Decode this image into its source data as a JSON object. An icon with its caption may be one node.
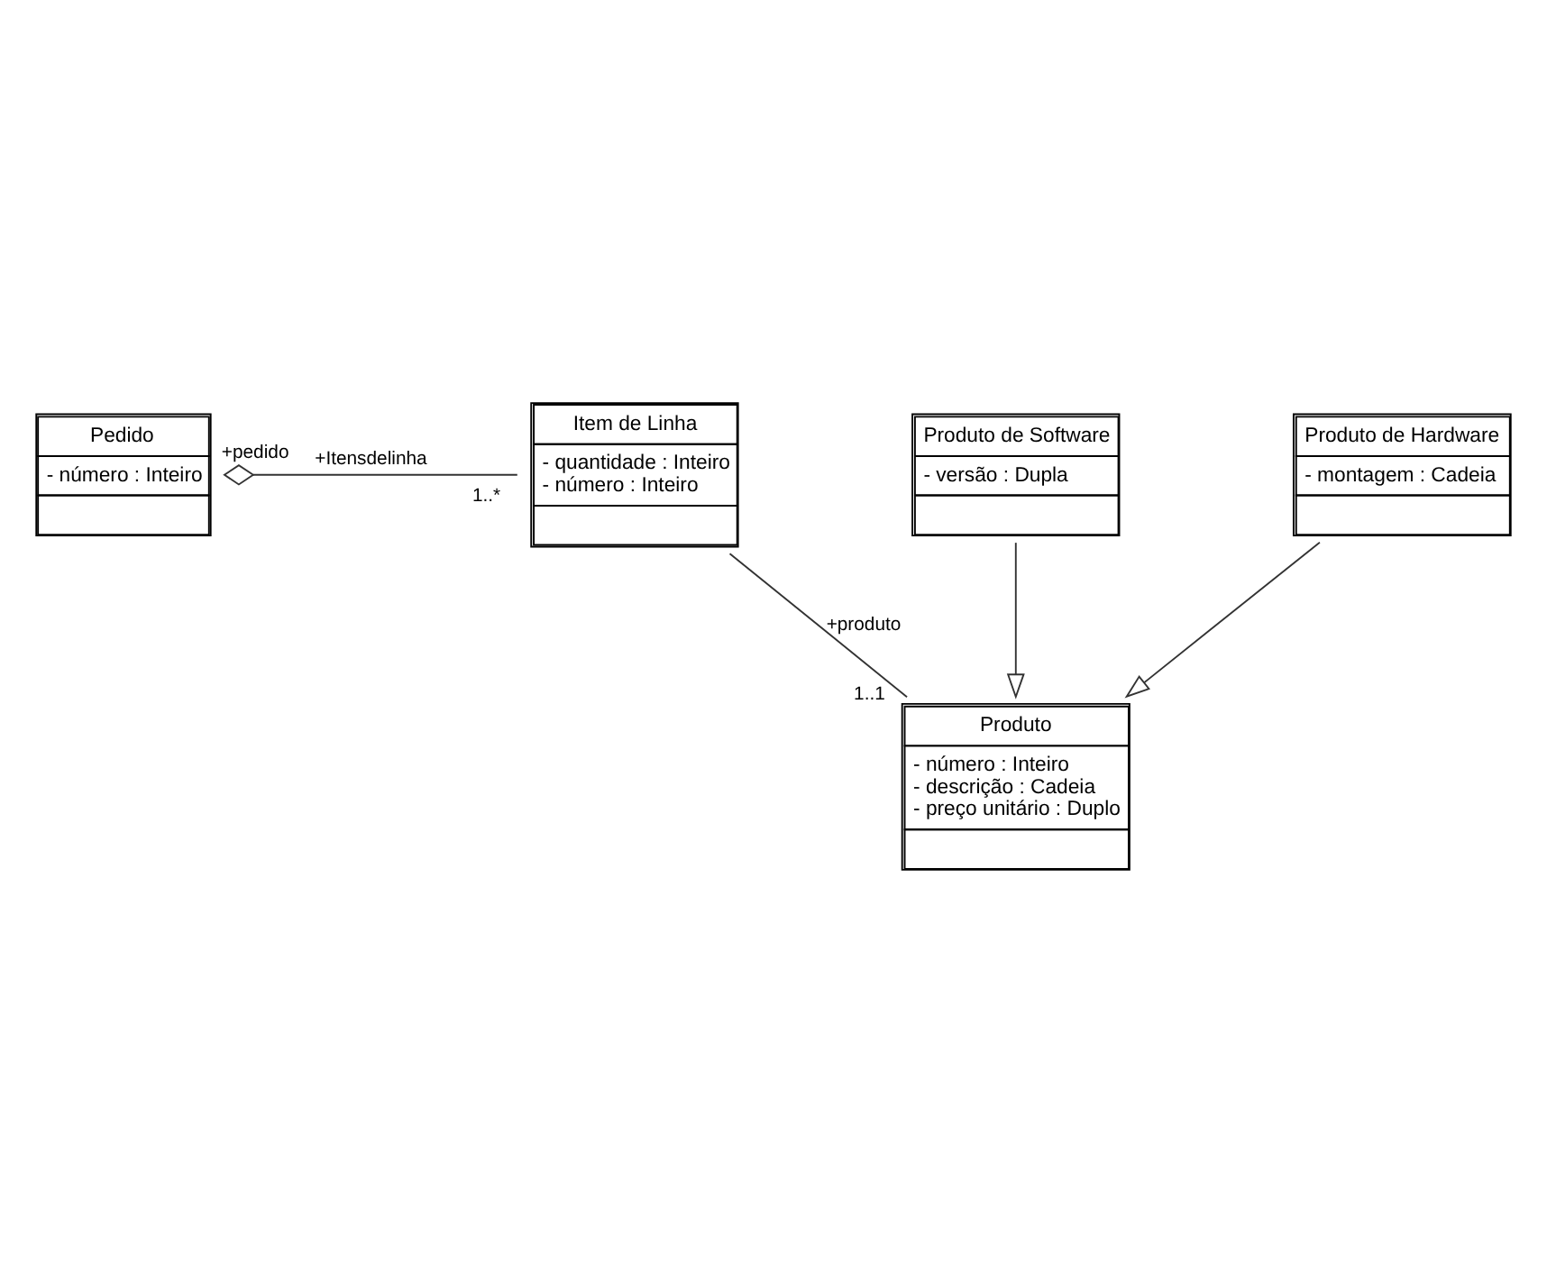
{
  "diagram": {
    "nodes": [
      {
        "text": [
          "Pedido",
          "- número : Inteiro"
        ]
      },
      {
        "text": [
          "Item de Linha",
          "- quantidade : Inteiro",
          "- número : Inteiro"
        ]
      },
      {
        "text": [
          "Produto",
          "- número : Inteiro",
          "- descrição : Cadeia",
          "- preço unitário : Duplo"
        ]
      },
      {
        "text": [
          "Produto de Software",
          "- versão : Dupla"
        ]
      },
      {
        "text": [
          "Produto de Hardware",
          "- montagem : Cadeia"
        ]
      }
    ],
    "edges": [
      {
        "from": 0,
        "to": 1,
        "arrow": "other",
        "label": "+Itensdelinha"
      },
      {
        "from": 1,
        "to": 2,
        "arrow": "none",
        "label": "+produto"
      },
      {
        "from": 3,
        "to": 2,
        "arrow": "to"
      },
      {
        "from": 4,
        "to": 2,
        "arrow": "to"
      }
    ],
    "labels": [
      "+pedido",
      "1..*",
      "1..1"
    ]
  }
}
